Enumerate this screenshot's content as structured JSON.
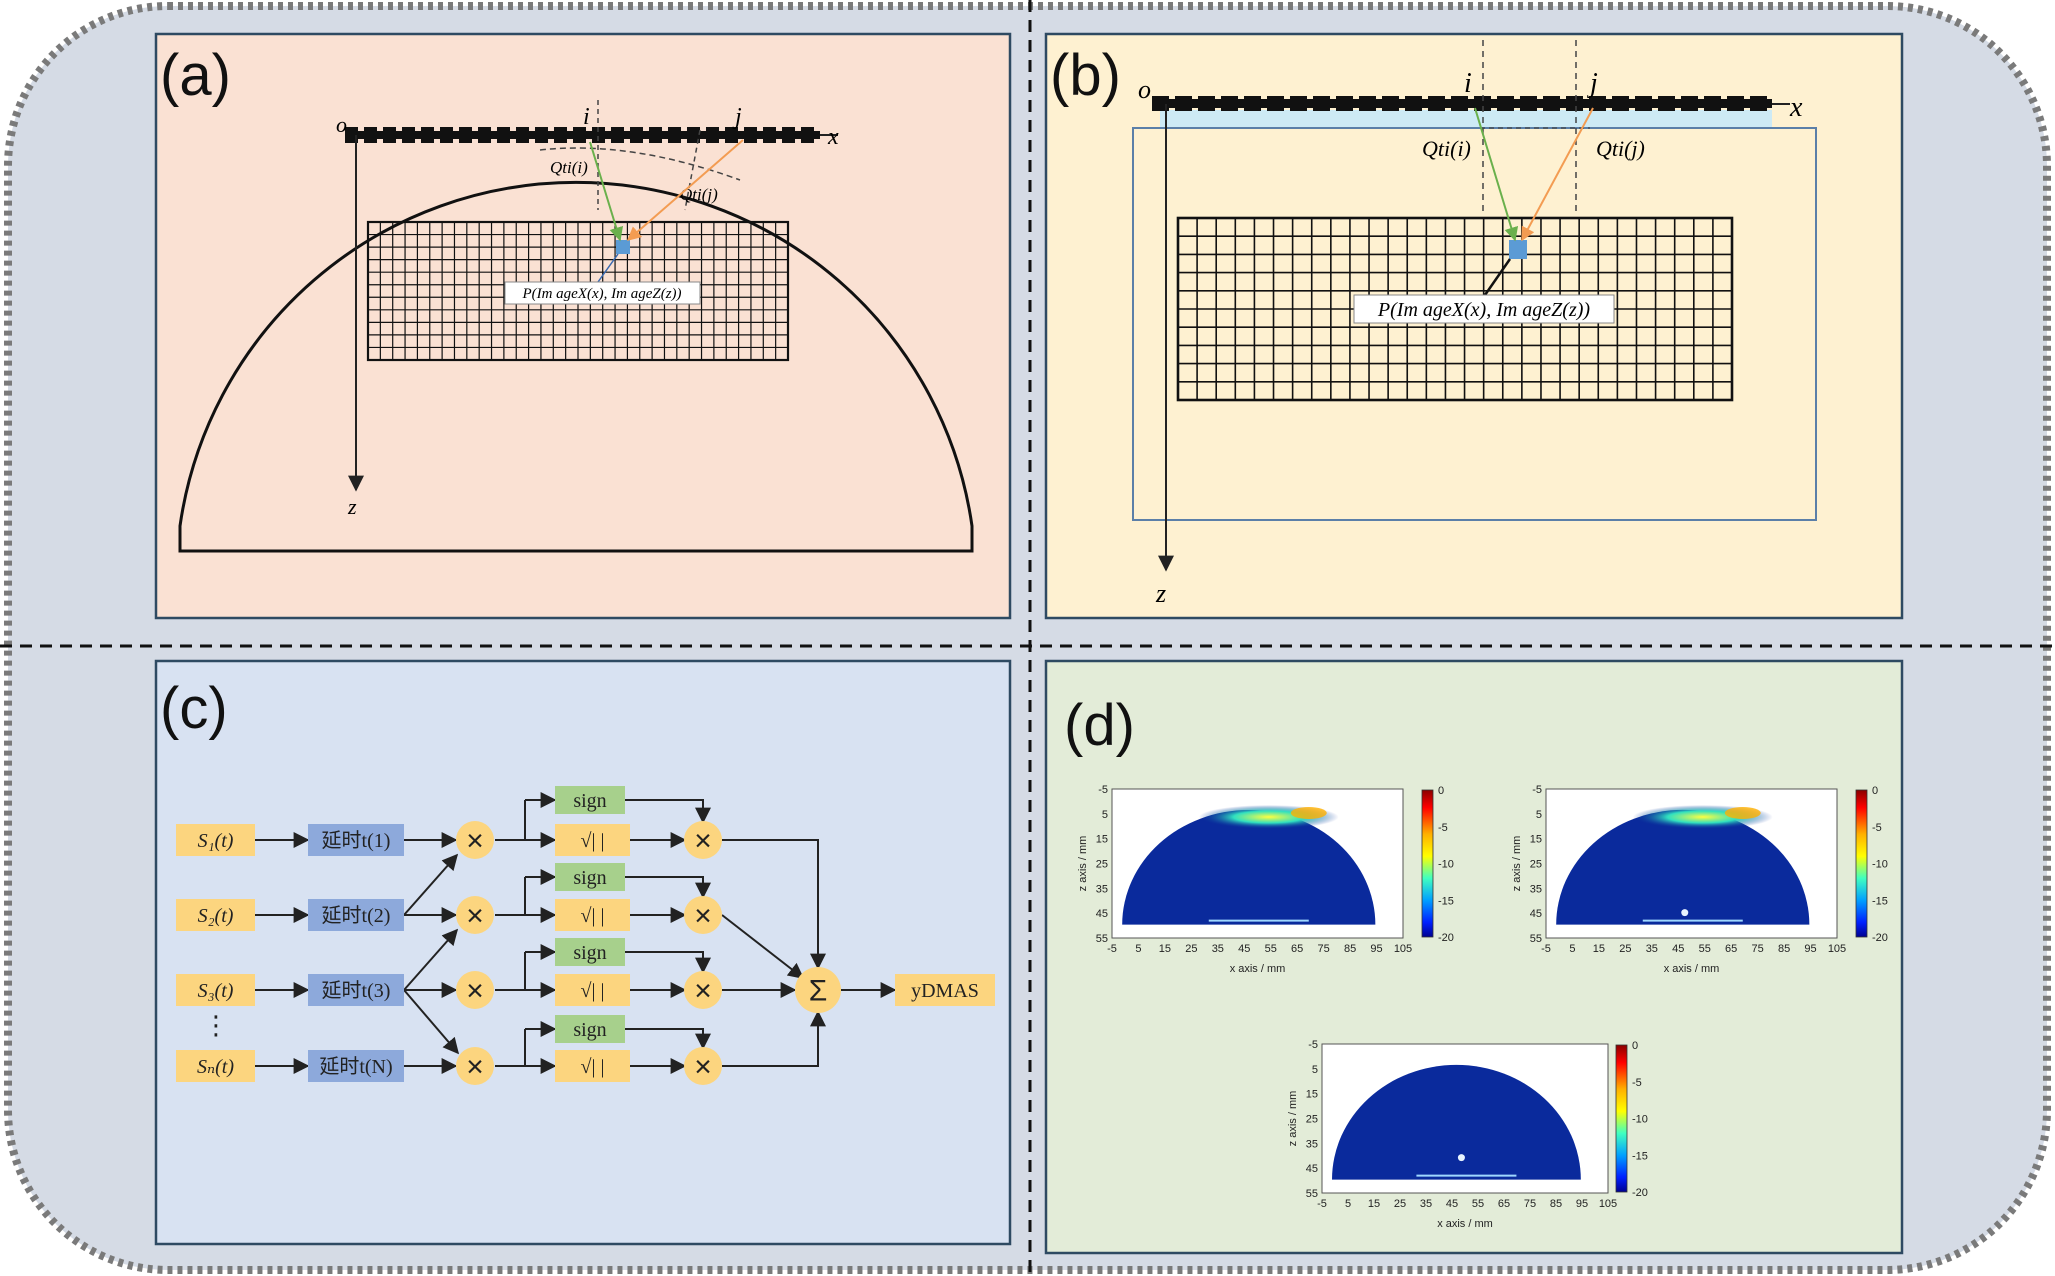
{
  "colors": {
    "outer_bg": "#d5dbe5",
    "panel_a_bg": "#fae1d3",
    "panel_b_bg": "#fef1d1",
    "panel_c_bg": "#d8e2f2",
    "panel_d_bg": "#e3ecd8",
    "panel_border": "#2e4a62",
    "flow_yellow": "#fcd57f",
    "flow_blue": "#8da9db",
    "flow_green": "#a7d08c",
    "heat_blue": "#0a2a9c",
    "arrow_green": "#6ab04c",
    "arrow_orange": "#f39c52",
    "point_blue": "#5b9bd5"
  },
  "panel_a": {
    "label": "(a)",
    "origin": "o",
    "x_axis": "x",
    "z_axis": "z",
    "elem_i": "i",
    "elem_j": "j",
    "qti_i": "Qti(i)",
    "qti_j": "Qti(j)",
    "point": "P(Im ageX(x), Im ageZ(z))"
  },
  "panel_b": {
    "label": "(b)",
    "origin": "o",
    "x_axis": "x",
    "z_axis": "z",
    "elem_i": "i",
    "elem_j": "j",
    "qti_i": "Qti(i)",
    "qti_j": "Qti(j)",
    "point": "P(Im ageX(x), Im ageZ(z))"
  },
  "panel_c": {
    "label": "(c)",
    "inputs": [
      "S₁(t)",
      "S₂(t)",
      "S₃(t)",
      "Sₙ(t)"
    ],
    "vdots": "⋮",
    "delays": [
      "延时t(1)",
      "延时t(2)",
      "延时t(3)",
      "延时t(N)"
    ],
    "multiply": "×",
    "sign": "sign",
    "sqrt": "√|  |",
    "sum": "Σ",
    "output": "yDMAS"
  },
  "panel_d": {
    "label": "(d)",
    "plots": [
      {
        "xlabel": "x axis / mm",
        "ylabel": "z axis / mm"
      },
      {
        "xlabel": "x axis / mm",
        "ylabel": "z axis / mm"
      },
      {
        "xlabel": "x axis / mm",
        "ylabel": "z axis / mm"
      }
    ],
    "x_ticks": [
      "-5",
      "5",
      "15",
      "25",
      "35",
      "45",
      "55",
      "65",
      "75",
      "85",
      "95",
      "105"
    ],
    "z_ticks": [
      "-5",
      "5",
      "15",
      "25",
      "35",
      "45",
      "55"
    ],
    "colorbar_ticks": [
      "0",
      "-5",
      "-10",
      "-15",
      "-20"
    ]
  }
}
